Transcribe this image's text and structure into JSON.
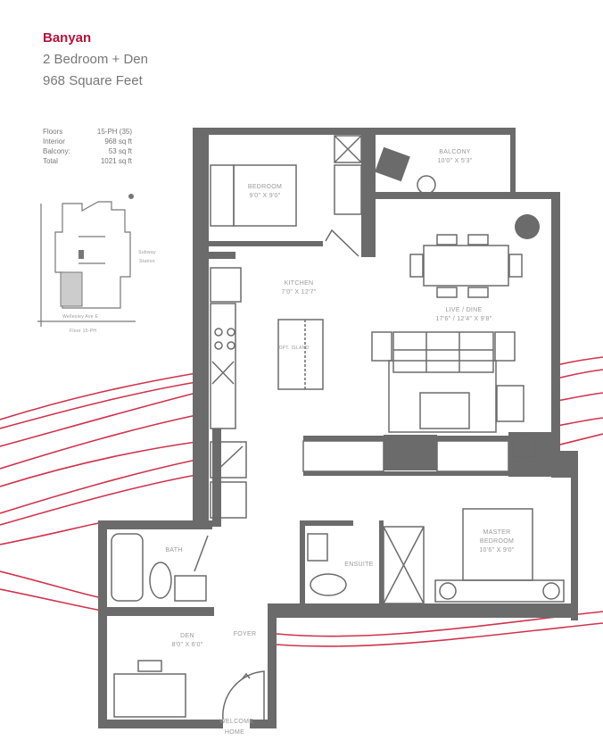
{
  "header": {
    "suite_name": "Banyan",
    "layout": "2 Bedroom + Den",
    "area": "968 Square Feet"
  },
  "stats": [
    {
      "label": "Floors",
      "value": "15-PH (35)"
    },
    {
      "label": "Interior",
      "value": "968 sq ft"
    },
    {
      "label": "Balcony:",
      "value": "53 sq ft"
    },
    {
      "label": "Total",
      "value": "1021 sq ft"
    }
  ],
  "keyplan": {
    "street_bottom": "Wellesley Ave E",
    "street_right": "Subway Station",
    "floor_note": "Floor 15-PH"
  },
  "rooms": {
    "bedroom": {
      "name": "BEDROOM",
      "size": "9'0\" X 9'0\""
    },
    "balcony": {
      "name": "BALCONY",
      "size": "10'0\" X 5'3\""
    },
    "kitchen": {
      "name": "KITCHEN",
      "size": "7'0\" X 12'7\""
    },
    "island": {
      "name": "OPT. ISLAND"
    },
    "live_dine": {
      "name": "LIVE / DINE",
      "size": "17'6\" / 12'4\" X 9'8\""
    },
    "master": {
      "name": "MASTER BEDROOM",
      "size": "10'6\" X 9'0\""
    },
    "bath": {
      "name": "BATH"
    },
    "ensuite": {
      "name": "ENSUITE"
    },
    "den": {
      "name": "DEN",
      "size": "8'0\" X 6'0\""
    },
    "foyer": {
      "name": "FOYER"
    },
    "entrance": "WELCOME HOME"
  },
  "colors": {
    "accent": "#b5123a",
    "wall": "#6b6b6b",
    "text": "#777777"
  }
}
